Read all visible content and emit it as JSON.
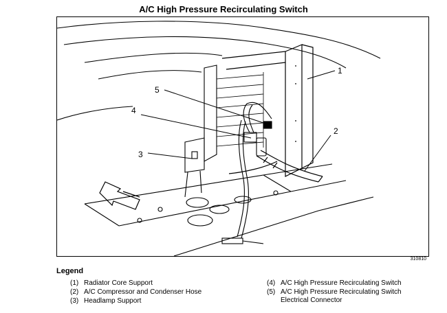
{
  "title": "A/C High Pressure Recirculating Switch",
  "figure_number": "310810",
  "callouts": [
    "1",
    "2",
    "3",
    "4",
    "5"
  ],
  "legend": {
    "heading": "Legend",
    "items": [
      {
        "num": "(1)",
        "text": "Radiator Core Support",
        "cont": ""
      },
      {
        "num": "(2)",
        "text": "A/C Compressor and Condenser Hose",
        "cont": ""
      },
      {
        "num": "(3)",
        "text": "Headlamp Support",
        "cont": ""
      },
      {
        "num": "(4)",
        "text": "A/C High Pressure Recirculating Switch",
        "cont": ""
      },
      {
        "num": "(5)",
        "text": "A/C High Pressure Recirculating Switch",
        "cont": "Electrical Connector"
      }
    ]
  }
}
